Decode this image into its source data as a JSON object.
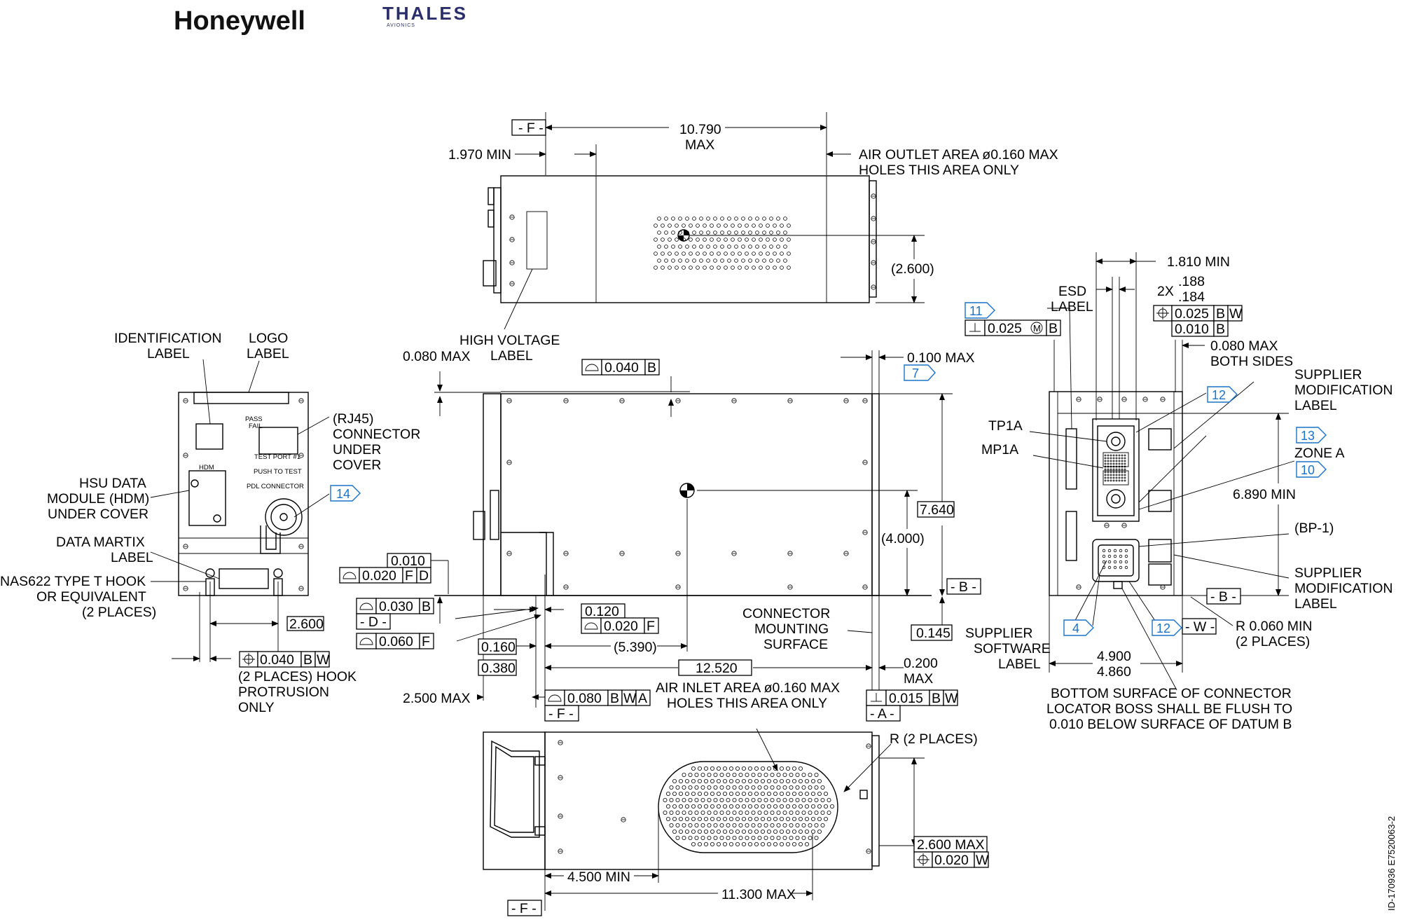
{
  "logos": {
    "honeywell": "Honeywell",
    "thales": "THALES",
    "thales_sub": "AVIONICS"
  },
  "drawing_id": "ID-170936   E7520063-2",
  "datums": {
    "F": "- F -",
    "F2": "- F -",
    "F3": "- F -",
    "D": "- D -",
    "B": "- B -",
    "B2": "- B -",
    "A": "- A -",
    "W": "- W -"
  },
  "top_view": {
    "dim_length": "10.790",
    "dim_length_max": "MAX",
    "dim_min": "1.970 MIN",
    "air_outlet_1": "AIR OUTLET AREA ø0.160 MAX",
    "air_outlet_2": "HOLES THIS AREA ONLY",
    "dim_2600": "(2.600)",
    "hv_label_1": "HIGH VOLTAGE",
    "hv_label_2": "LABEL"
  },
  "side_view": {
    "dim_0080": "0.080 MAX",
    "flat_0040": "0.040",
    "flat_0040_ref": "B",
    "dim_0100": "0.100 MAX",
    "note_7": "7",
    "dim_7640": "7.640",
    "dim_4000": "(4.000)",
    "box_0010": "0.010",
    "box_0020": "0.020",
    "box_0020_refs": [
      "F",
      "D"
    ],
    "box_0030": "0.030",
    "box_0030_ref": "B",
    "box_0120": "0.120",
    "box_0020b": "0.020",
    "box_0020b_ref": "F",
    "box_0060": "0.060",
    "box_0060_ref": "F",
    "box_0160": "0.160",
    "dim_5390": "(5.390)",
    "box_0380": "0.380",
    "dim_12520": "12.520",
    "dim_2500": "2.500 MAX",
    "box_0080": "0.080",
    "box_0080_refs": [
      "B",
      "W",
      "A"
    ],
    "conn_1": "CONNECTOR",
    "conn_2": "MOUNTING",
    "conn_3": "SURFACE",
    "box_0145": "0.145",
    "dim_0200_1": "0.200",
    "dim_0200_2": "MAX",
    "box_0015": "0.015",
    "box_0015_refs": [
      "B",
      "W"
    ]
  },
  "bottom_view": {
    "air_inlet_1": "AIR INLET AREA ø0.160 MAX",
    "air_inlet_2": "HOLES THIS AREA ONLY",
    "r_places": "R (2 PLACES)",
    "box_2600": "2.600 MAX",
    "box_0020": "0.020",
    "box_0020_ref": "W",
    "dim_4500": "4.500 MIN",
    "dim_11300": "11.300 MAX"
  },
  "front_view": {
    "ident_1": "IDENTIFICATION",
    "ident_2": "LABEL",
    "logo_1": "LOGO",
    "logo_2": "LABEL",
    "rj45_1": "(RJ45)",
    "rj45_2": "CONNECTOR",
    "rj45_3": "UNDER",
    "rj45_4": "COVER",
    "pass": "PASS",
    "fail": "FAIL",
    "test_port": "TEST PORT #1",
    "push_to_test": "PUSH TO TEST",
    "pdl_connector": "PDL CONNECTOR",
    "hdm": "HDM",
    "note_14": "14",
    "hsu_1": "HSU DATA",
    "hsu_2": "MODULE (HDM)",
    "hsu_3": "UNDER COVER",
    "dm_1": "DATA MARTIX",
    "dm_2": "LABEL",
    "nas_1": "NAS622 TYPE T HOOK",
    "nas_2": "OR EQUIVALENT",
    "nas_3": "(2 PLACES)",
    "box_2600": "2.600",
    "box_0040": "0.040",
    "box_0040_refs": [
      "B",
      "W"
    ],
    "hook_1": "(2 PLACES) HOOK",
    "hook_2": "PROTRUSION",
    "hook_3": "ONLY"
  },
  "rear_view": {
    "dim_1810": "1.810 MIN",
    "esd_1": "ESD",
    "esd_2": "LABEL",
    "dim_2x": "2X",
    "dim_188": ".188",
    "dim_184": ".184",
    "note_11": "11",
    "perp_0025": "0.025",
    "perp_0025_mod": "M",
    "perp_0025_ref": "B",
    "pos_0025": "0.025",
    "pos_0025_refs": [
      "B",
      "W"
    ],
    "pos_0010": "0.010",
    "pos_0010_ref": "B",
    "dim_0080_1": "0.080 MAX",
    "dim_0080_2": "BOTH SIDES",
    "sup_mod_1": "SUPPLIER",
    "sup_mod_2": "MODIFICATION",
    "sup_mod_3": "LABEL",
    "note_12": "12",
    "tp1a": "TP1A",
    "mp1a": "MP1A",
    "note_13": "13",
    "zone_a": "ZONE A",
    "note_10": "10",
    "dim_6890": "6.890 MIN",
    "bp1": "(BP-1)",
    "sup_mod2_1": "SUPPLIER",
    "sup_mod2_2": "MODIFICATION",
    "sup_mod2_3": "LABEL",
    "sup_sw_1": "SUPPLIER",
    "sup_sw_2": "SOFTWARE",
    "sup_sw_3": "LABEL",
    "note_4": "4",
    "note_12b": "12",
    "r_0060_1": "R 0.060 MIN",
    "r_0060_2": "(2 PLACES)",
    "dim_4900": "4.900",
    "dim_4860": "4.860",
    "bottom_1": "BOTTOM SURFACE OF CONNECTOR",
    "bottom_2": "LOCATOR BOSS SHALL BE FLUSH TO",
    "bottom_3": "0.010 BELOW SURFACE OF DATUM B"
  }
}
